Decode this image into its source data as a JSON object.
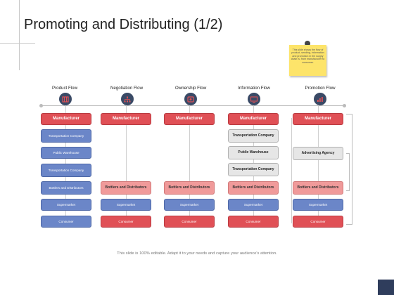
{
  "title": "Promoting and Distributing (1/2)",
  "note": "This slide shows the flow of product, sending, information and promotion in the supply chain is, from manufacturer to consumer.",
  "footer": "This slide is 100% editable. Adapt it to your needs and capture your audience's attention.",
  "flows": [
    {
      "name": "Product Flow",
      "icon": "product-icon"
    },
    {
      "name": "Negotiation Flow",
      "icon": "network-icon"
    },
    {
      "name": "Ownership Flow",
      "icon": "ownership-icon"
    },
    {
      "name": "Information Flow",
      "icon": "information-icon"
    },
    {
      "name": "Promotion Flow",
      "icon": "promotion-chart-icon"
    }
  ],
  "product_flow": [
    "Manufacturer",
    "Transportation Company",
    "Public Warehouse",
    "Transportation Company",
    "Bottlers and Distributors",
    "Supermarket",
    "Consumer"
  ],
  "negotiation_flow": [
    "Manufacturer",
    "Bottlers and Distributors",
    "Supermarket",
    "Consumer"
  ],
  "ownership_flow": [
    "Manufacturer",
    "Bottlers and Distributors",
    "Supermarket",
    "Consumer"
  ],
  "information_flow": [
    "Manufacturer",
    "Transportation Company",
    "Public Warehouse",
    "Transportation Company",
    "Bottlers and Distributors",
    "Supermarket",
    "Consumer"
  ],
  "promotion_flow": [
    "Manufacturer",
    "Advertising Agency",
    "Bottlers and Distributors",
    "Supermarket",
    "Consumer"
  ],
  "colors": {
    "red": "#e05056",
    "blue": "#6b86c8",
    "pink": "#f09a9a",
    "gray": "#e6e6e6",
    "navy": "#3a4a66"
  }
}
